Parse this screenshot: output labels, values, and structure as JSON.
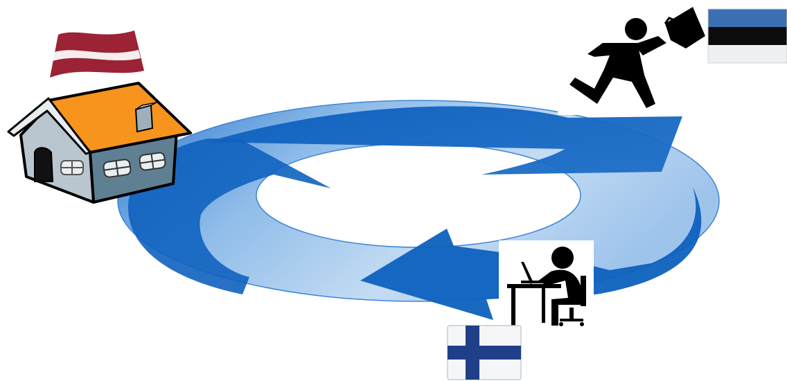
{
  "diagram": {
    "type": "circular-cycle",
    "nodes": [
      {
        "id": "home",
        "icon": "house-icon",
        "flag": "latvia-flag"
      },
      {
        "id": "commute",
        "icon": "running-businessman-icon",
        "flag": "estonia-flag"
      },
      {
        "id": "work",
        "icon": "person-at-laptop-desk-icon",
        "flag": "finland-flag"
      }
    ],
    "arrows": [
      {
        "from": "home",
        "to": "commute"
      },
      {
        "from": "commute",
        "to": "work"
      },
      {
        "from": "work",
        "to": "home"
      }
    ]
  },
  "colors": {
    "ring_light": "#b8d4f0",
    "ring_mid": "#6fa2de",
    "arrow_dark": "#0d61be",
    "house_roof": "#f7941d",
    "house_wall": "#b9c6cf",
    "house_wall_dark": "#5f7f93",
    "latvia_red": "#9b2335",
    "estonia_blue": "#3b6fb4",
    "finland_blue": "#1f3f88"
  }
}
